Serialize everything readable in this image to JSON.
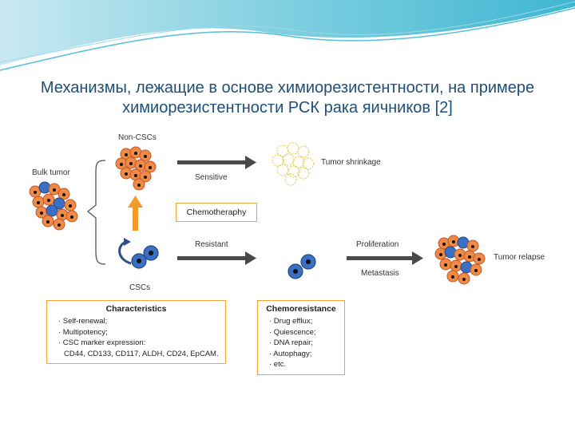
{
  "title": "Механизмы, лежащие в основе химиорезистентности, на примере химиорезистентности РСК рака яичников [2]",
  "diagram": {
    "bulk_tumor": "Bulk tumor",
    "non_cscs": "Non-CSCs",
    "cscs": "CSCs",
    "sensitive": "Sensitive",
    "resistant": "Resistant",
    "tumor_shrinkage": "Tumor shrinkage",
    "chemotherapy": "Chemotheraphy",
    "proliferation": "Proliferation",
    "metastasis": "Metastasis",
    "tumor_relapse": "Tumor relapse",
    "characteristics": {
      "title": "Characteristics",
      "items": [
        "· Self-renewal;",
        "· Multipotency;",
        "· CSC marker expression:",
        "CD44, CD133, CD117, ALDH, CD24, EpCAM."
      ]
    },
    "chemoresistance": {
      "title": "Chemoresistance",
      "items": [
        "· Drug efflux;",
        "· Quiescence;",
        "· DNA repair;",
        "· Autophagy;",
        "· etc."
      ]
    },
    "colors": {
      "non_csc_cell": "#f08a45",
      "csc_cell": "#3a6fc4",
      "arrow": "#4a4a4a",
      "up_arrow": "#f39a2b",
      "box_border": "#f0a33a",
      "title": "#1f4e79"
    }
  }
}
